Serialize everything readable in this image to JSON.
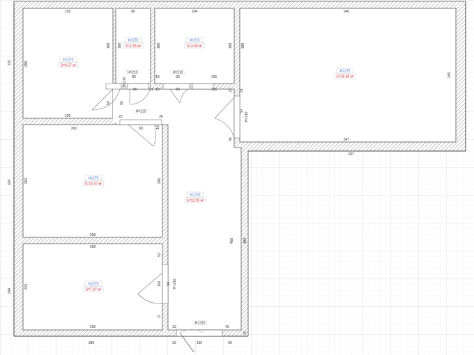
{
  "rooms": [
    {
      "id": "room-top-left",
      "height_label": "H=270",
      "area_label": "S=6.57 м²"
    },
    {
      "id": "room-small-1",
      "height_label": "H=270",
      "area_label": "S=1.65 м²"
    },
    {
      "id": "room-small-2",
      "height_label": "H=270",
      "area_label": "S=3.60 м²"
    },
    {
      "id": "room-big-right",
      "height_label": "H=270",
      "area_label": "S=18.98 м²"
    },
    {
      "id": "room-mid-left",
      "height_label": "H=270",
      "area_label": "S=10.47 м²"
    },
    {
      "id": "room-hall",
      "height_label": "H=270",
      "area_label": "S=12.09 м²"
    },
    {
      "id": "room-bottom-left",
      "height_label": "H=270",
      "area_label": "S=7.07 м²"
    }
  ],
  "dimensions": {
    "top_228": "228",
    "top_66": "66",
    "top_204": "204",
    "top_546": "546",
    "left_315": "315",
    "left_288": "288",
    "left_304": "304",
    "left_244": "244",
    "h188_a": "188",
    "h188_b": "188",
    "h188_c": "188",
    "h188_d": "188",
    "bot_228": "228",
    "r1_260": "260",
    "r1_264": "264",
    "r1_266": "266",
    "r2_268": "268",
    "r2_224": "224",
    "r2_266": "266",
    "b_386": "386",
    "right_345": "345",
    "big_547": "547",
    "outer_607": "607",
    "hall_458": "458",
    "outer_488": "488",
    "d_50": "50",
    "d_22": "22",
    "d_26": "26",
    "d_18": "18",
    "d_80a": "80",
    "d_80b": "80",
    "d_80c": "80",
    "d_80d": "80",
    "d_80e": "80",
    "d_105a": "105",
    "d_105b": "105",
    "d_11": "11",
    "d_18b": "18",
    "d_18c": "18",
    "d_21": "21",
    "d_23": "23",
    "d_56": "56",
    "d_52": "52",
    "d_100": "100",
    "d_72": "72",
    "d_33a": "33",
    "d_33b": "33",
    "d_42": "42",
    "d_60": "60",
    "d_150": "150",
    "d_20": "20",
    "d_50b": "50",
    "d_50c": "50",
    "d_50d": "50"
  },
  "doors": {
    "d1": "H=210",
    "d2": "H=210",
    "d3": "H=210",
    "d4": "H=210",
    "d5": "H=210",
    "d6": "H=210",
    "d7": "H=210"
  },
  "colors": {
    "wall": "#555555",
    "hatch": "#9a9a9a",
    "grid_minor": "#e8e8e8",
    "grid_major": "#d2d2d2",
    "height_label": "#3a6fd0",
    "area_label": "#d0202f"
  }
}
